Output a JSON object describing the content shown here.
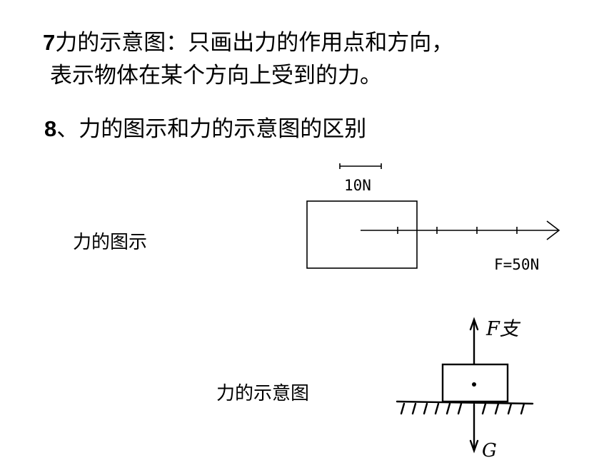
{
  "point7": {
    "number": "7",
    "line1": "力的示意图：只画出力的作用点和方向，",
    "line2": "表示物体在某个方向上受到的力。"
  },
  "point8": {
    "number": "8",
    "text": "、力的图示和力的示意图的区别"
  },
  "figure1": {
    "caption": "力的图示",
    "scale_label": "10N",
    "force_label": "F=50N"
  },
  "figure2": {
    "caption": "力的示意图",
    "support_label": "F支",
    "gravity_label": "G"
  }
}
